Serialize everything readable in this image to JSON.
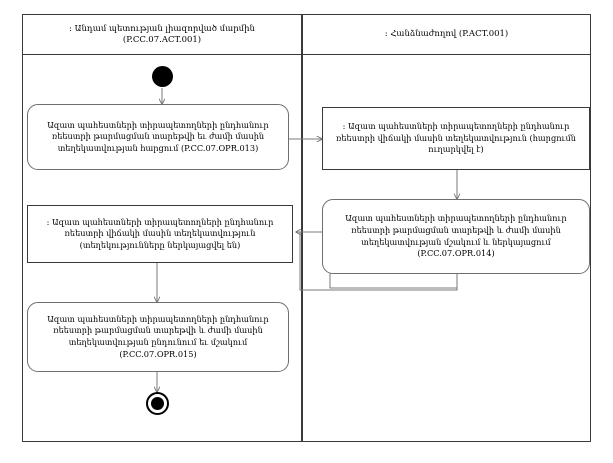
{
  "diagram": {
    "title": "UML Activity Diagram - Free Warehouse Registry Update Inquiry",
    "lanes": [
      {
        "id": "lane-member-state",
        "header": ": Անդամ պետության լիազորված մարմին (P.CC.07.ACT.001)",
        "header_line1": ": Անդամ պետության լիազորված մարմին",
        "header_line2": "(P.CC.07.ACT.001)"
      },
      {
        "id": "lane-commission",
        "header": ": Հանձնաժողով (P.ACT.001)",
        "header_line1": ": Հանձնաժողով (P.ACT.001)"
      }
    ],
    "nodes": {
      "start": {
        "name": "initial-node"
      },
      "activity_opr013": {
        "label": "Ազատ պահեստների տիրապետողների ընդհանուր ռեեստրի թարմացման տարեթվի եւ ժամի մասին տեղեկատվության հարցում (P.CC.07.OPR.013)",
        "code": "P.CC.07.OPR.013",
        "type": "activity"
      },
      "object_request_sent": {
        "label": ": Ազատ պահեստների տիրապետողների ընդհանուր ռեեստրի վիճակի մասին տեղեկատվություն (հարցումն ուղարկվել է)",
        "state": "(հարցումն ուղարկվել է)",
        "type": "object"
      },
      "activity_opr014": {
        "label": "Ազատ պահեստների տիրապետողների ընդհանուր ռեեստրի թարմացման տարեթվի և ժամի մասին տեղեկատվության մշակում և ներկայացում (P.CC.07.OPR.014)",
        "code": "P.CC.07.OPR.014",
        "type": "activity"
      },
      "object_info_presented": {
        "label": ": Ազատ պահեստների տիրապետողների ընդհանուր ռեեստրի վիճակի մասին տեղեկատվություն (տեղեկությունները ներկայացվել են)",
        "state": "(տեղեկությունները ներկայացվել են)",
        "type": "object"
      },
      "activity_opr015": {
        "label": "Ազատ պահեստների տիրապետողների ընդհանուր ռեեստրի թարմացման տարեթվի և ժամի մասին տեղեկատվության ընդունում եւ մշակում (P.CC.07.OPR.015)",
        "code": "P.CC.07.OPR.015",
        "type": "activity"
      },
      "end": {
        "name": "final-node"
      }
    },
    "colors": {
      "frame_stroke": "#3a3a3a",
      "activity_stroke": "#6e6e6e",
      "edge_stroke": "#7a7a7a",
      "node_fill": "#ffffff",
      "marker_fill": "#000000",
      "background": "#ffffff"
    }
  }
}
